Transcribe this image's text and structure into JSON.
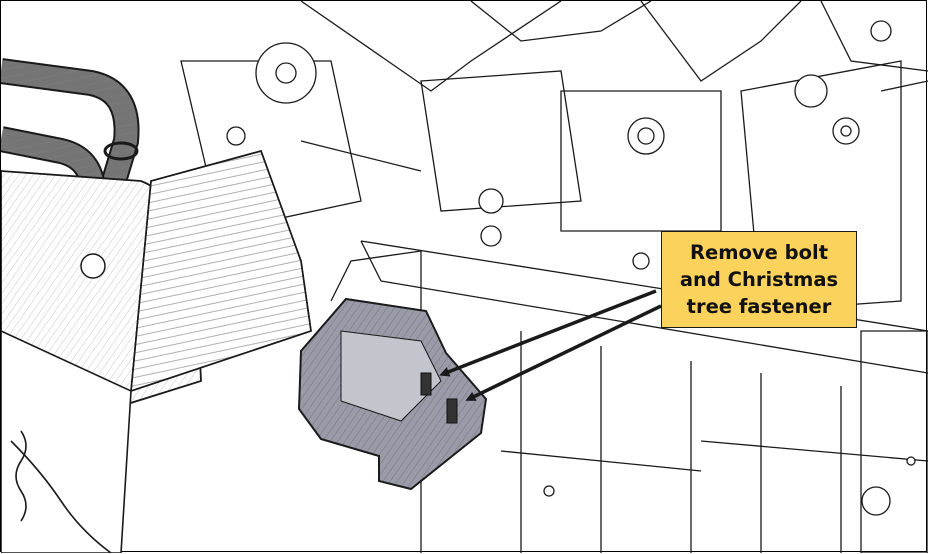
{
  "callout": {
    "lines": [
      "Remove bolt",
      "and Christmas",
      "tree fastener"
    ],
    "background_color": "#fbd25b"
  },
  "colors": {
    "line_art": "#1a1a1a",
    "highlighted_part": "#9a9aa8",
    "callout_fill": "#fbd25b"
  }
}
